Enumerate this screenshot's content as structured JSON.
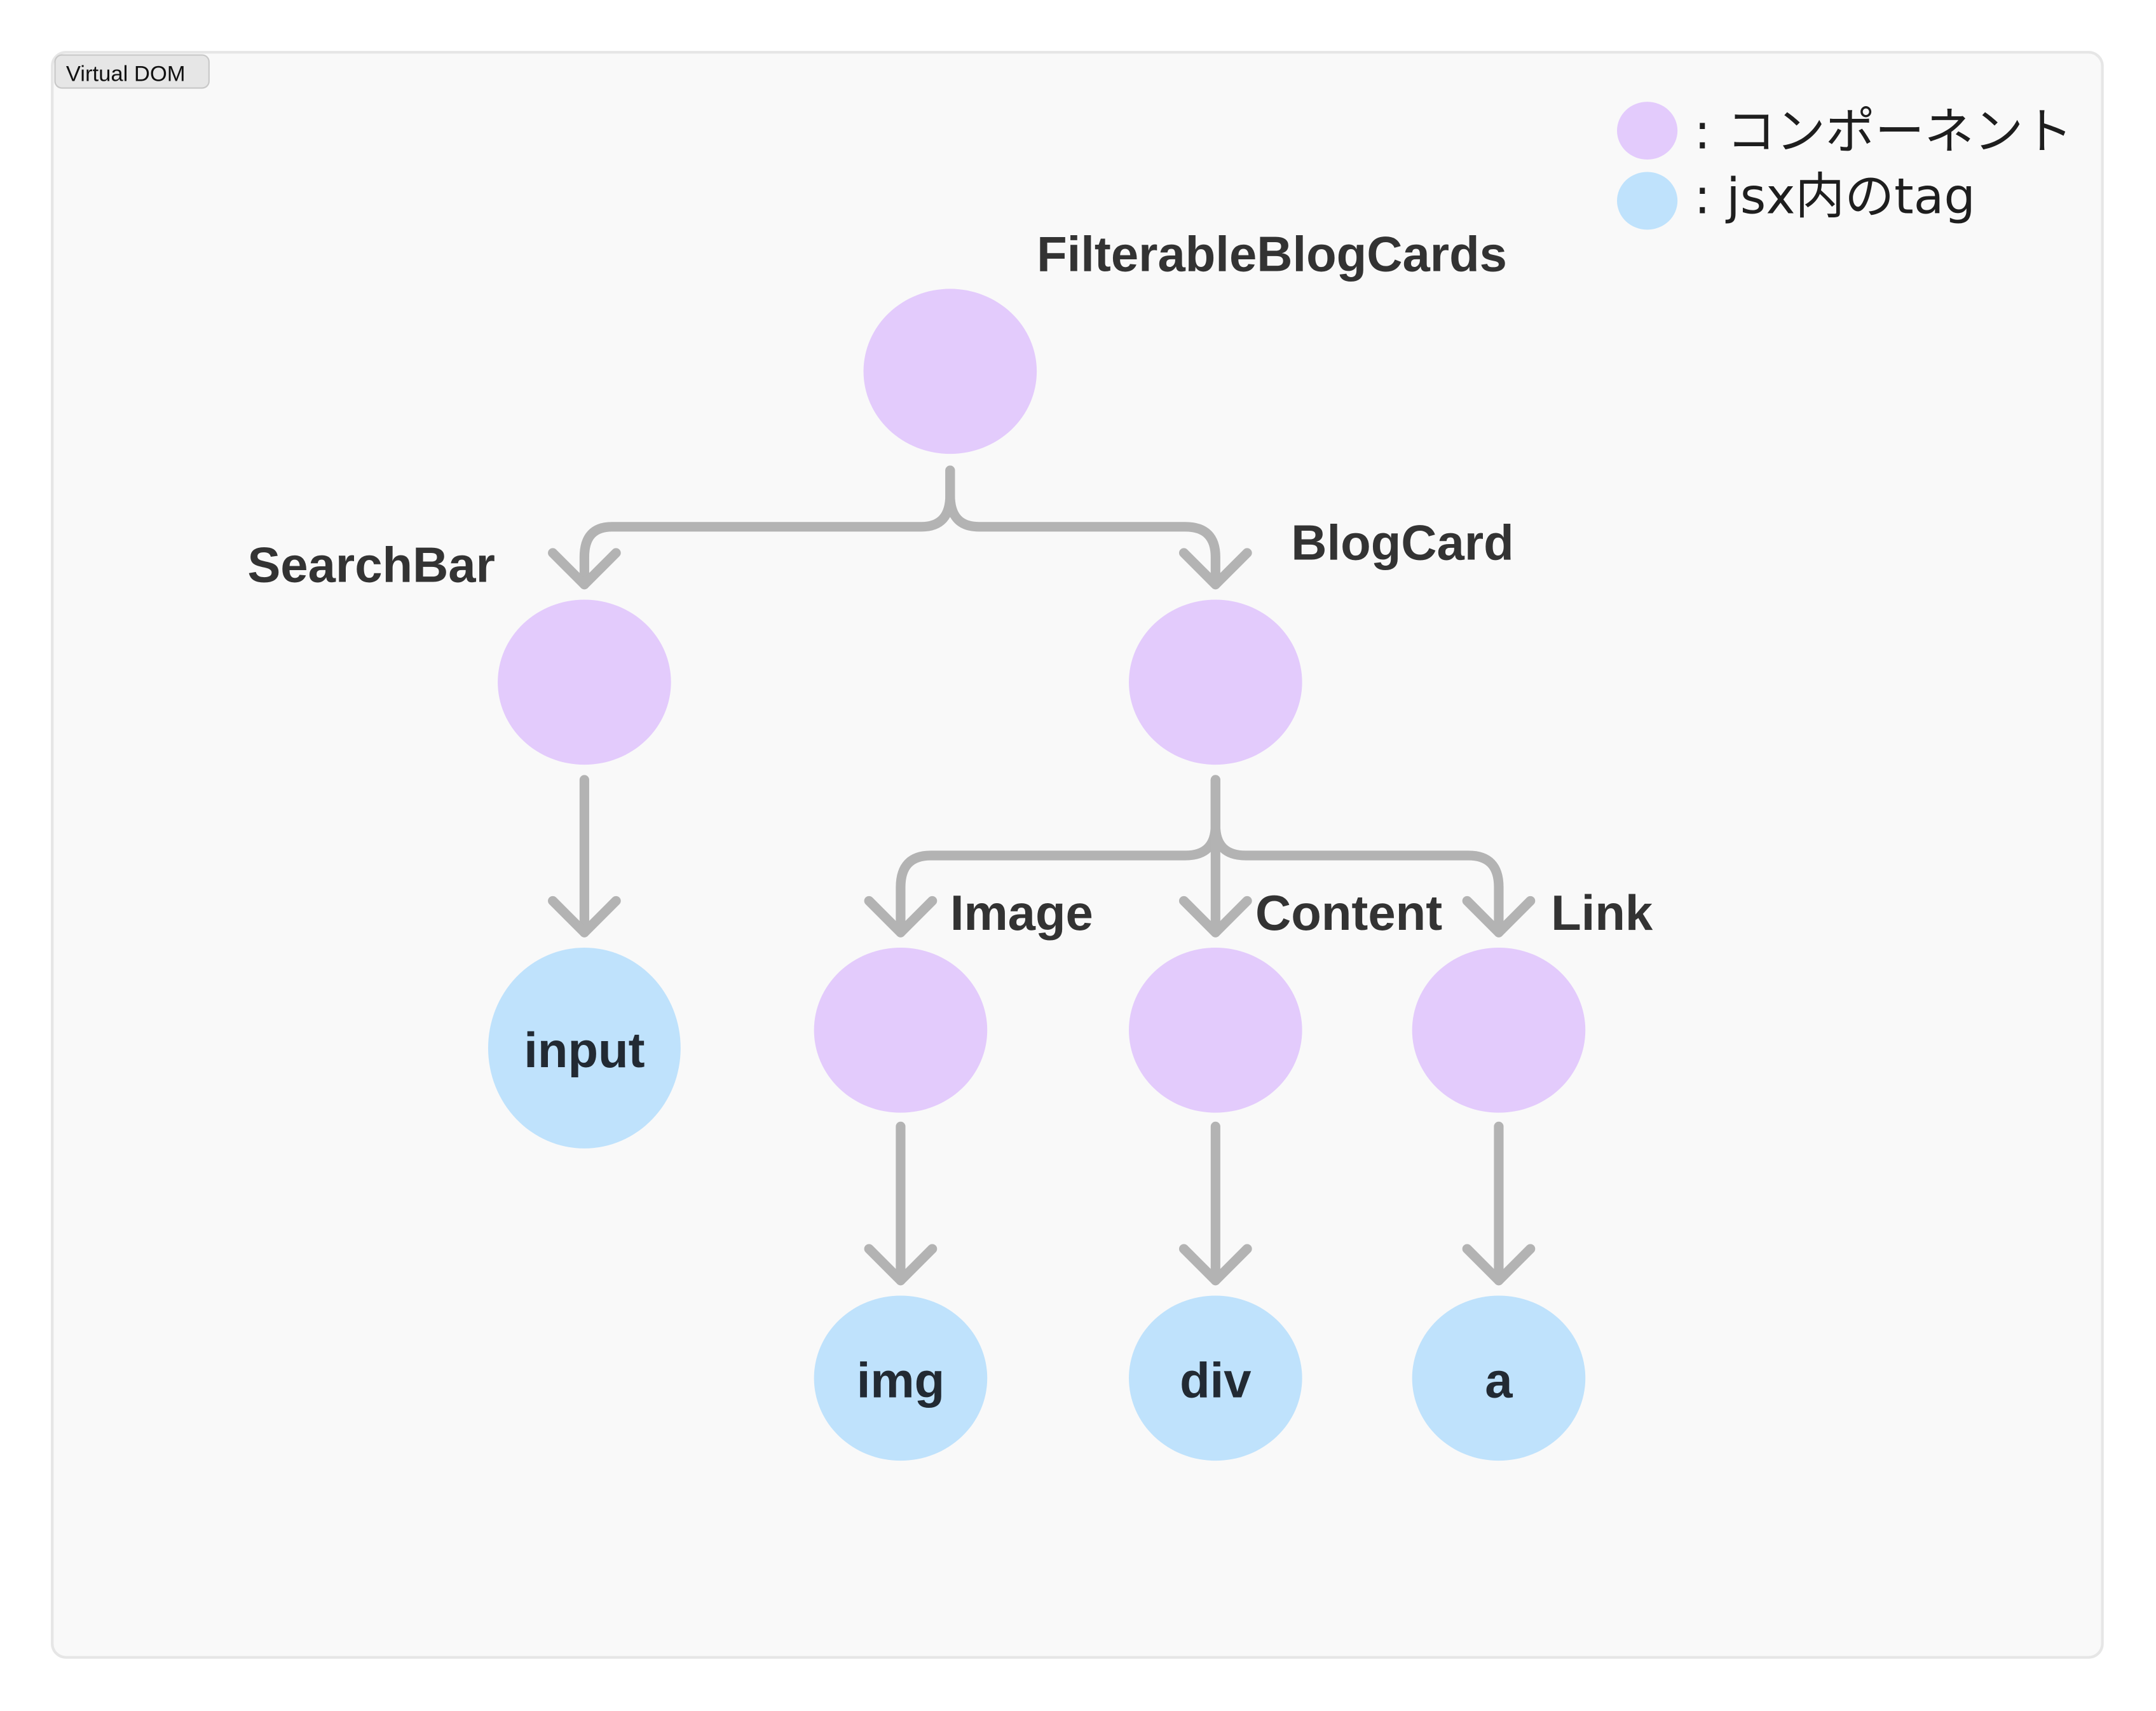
{
  "frame": {
    "title": "Virtual DOM"
  },
  "legend": [
    {
      "kind": "component",
      "label": ": コンポーネント",
      "color": "#e3cbfc"
    },
    {
      "kind": "jsx-tag",
      "label": ": jsx内のtag",
      "color": "#bfe2fc"
    }
  ],
  "colors": {
    "component": "#e3cbfc",
    "tag": "#bfe2fc",
    "edge": "#b3b3b3",
    "text": "#333333"
  },
  "tree": {
    "nodes": [
      {
        "id": "filterable",
        "kind": "component",
        "label": "FilterableBlogCards",
        "text": ""
      },
      {
        "id": "searchbar",
        "kind": "component",
        "label": "SearchBar",
        "text": ""
      },
      {
        "id": "blogcard",
        "kind": "component",
        "label": "BlogCard",
        "text": ""
      },
      {
        "id": "input",
        "kind": "tag",
        "label": "",
        "text": "input"
      },
      {
        "id": "image",
        "kind": "component",
        "label": "Image",
        "text": ""
      },
      {
        "id": "content",
        "kind": "component",
        "label": "Content",
        "text": ""
      },
      {
        "id": "link",
        "kind": "component",
        "label": "Link",
        "text": ""
      },
      {
        "id": "img",
        "kind": "tag",
        "label": "",
        "text": "img"
      },
      {
        "id": "div",
        "kind": "tag",
        "label": "",
        "text": "div"
      },
      {
        "id": "a",
        "kind": "tag",
        "label": "",
        "text": "a"
      }
    ],
    "edges": [
      {
        "from": "filterable",
        "to": "searchbar"
      },
      {
        "from": "filterable",
        "to": "blogcard"
      },
      {
        "from": "searchbar",
        "to": "input"
      },
      {
        "from": "blogcard",
        "to": "image"
      },
      {
        "from": "blogcard",
        "to": "content"
      },
      {
        "from": "blogcard",
        "to": "link"
      },
      {
        "from": "image",
        "to": "img"
      },
      {
        "from": "content",
        "to": "div"
      },
      {
        "from": "link",
        "to": "a"
      }
    ]
  }
}
